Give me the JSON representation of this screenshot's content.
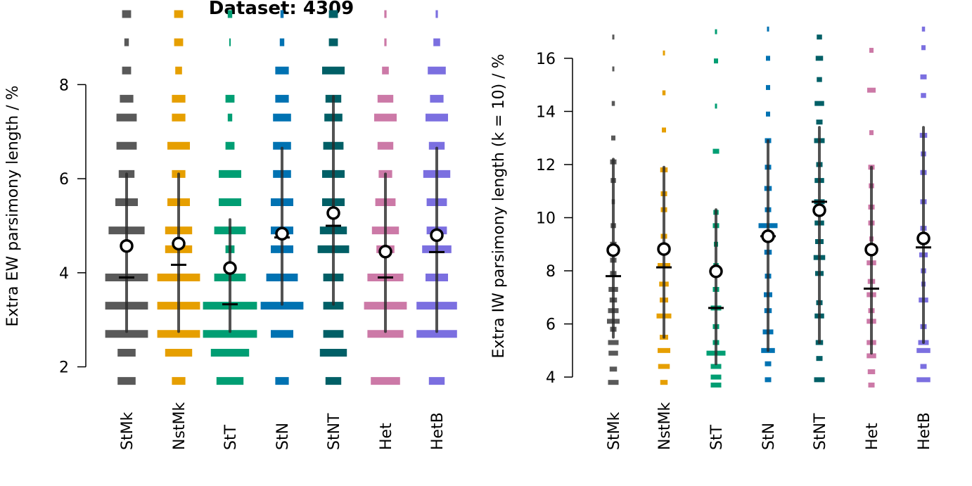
{
  "chart_data": [
    {
      "type": "violin-barcode",
      "title": "Dataset: 4309",
      "xlabel": "",
      "ylabel": "Extra EW parsimony length / %",
      "ylim": [
        1.5,
        9.5
      ],
      "yticks": [
        2,
        4,
        6,
        8
      ],
      "categories": [
        "StMk",
        "NstMk",
        "StT",
        "StN",
        "StNT",
        "Het",
        "HetB"
      ],
      "colors": [
        "#595959",
        "#E69F00",
        "#009E73",
        "#0072B2",
        "#005F66",
        "#CC79A7",
        "#7B6FE0"
      ],
      "series": [
        {
          "category": "StMk",
          "mean": 4.57,
          "median": 3.9,
          "whisker": [
            2.75,
            6.1
          ],
          "bars": [
            [
              1.7,
              0.4
            ],
            [
              2.3,
              0.4
            ],
            [
              2.7,
              0.95
            ],
            [
              3.3,
              0.95
            ],
            [
              3.9,
              0.95
            ],
            [
              4.9,
              0.8
            ],
            [
              5.5,
              0.5
            ],
            [
              6.1,
              0.35
            ],
            [
              6.7,
              0.45
            ],
            [
              7.3,
              0.45
            ],
            [
              7.7,
              0.3
            ],
            [
              8.3,
              0.2
            ],
            [
              8.9,
              0.1
            ],
            [
              9.5,
              0.2
            ]
          ]
        },
        {
          "category": "NstMk",
          "mean": 4.62,
          "median": 4.17,
          "whisker": [
            2.75,
            6.1
          ],
          "bars": [
            [
              1.7,
              0.3
            ],
            [
              2.3,
              0.6
            ],
            [
              2.7,
              0.95
            ],
            [
              3.3,
              0.95
            ],
            [
              3.9,
              0.95
            ],
            [
              4.5,
              0.6
            ],
            [
              4.9,
              0.6
            ],
            [
              5.5,
              0.5
            ],
            [
              6.1,
              0.3
            ],
            [
              6.7,
              0.5
            ],
            [
              7.3,
              0.3
            ],
            [
              7.7,
              0.3
            ],
            [
              8.3,
              0.15
            ],
            [
              8.9,
              0.2
            ],
            [
              9.5,
              0.2
            ]
          ]
        },
        {
          "category": "StT",
          "mean": 4.1,
          "median": 3.33,
          "whisker": [
            2.75,
            5.13
          ],
          "bars": [
            [
              1.7,
              0.6
            ],
            [
              2.3,
              0.85
            ],
            [
              2.7,
              1.2
            ],
            [
              3.3,
              1.2
            ],
            [
              3.9,
              0.7
            ],
            [
              4.5,
              0.2
            ],
            [
              4.9,
              0.7
            ],
            [
              5.5,
              0.5
            ],
            [
              6.1,
              0.5
            ],
            [
              6.7,
              0.2
            ],
            [
              7.3,
              0.1
            ],
            [
              7.7,
              0.2
            ],
            [
              8.9,
              0.03
            ],
            [
              9.5,
              0.1
            ]
          ]
        },
        {
          "category": "StN",
          "mean": 4.83,
          "median": 4.75,
          "whisker": [
            3.33,
            6.65
          ],
          "bars": [
            [
              1.7,
              0.3
            ],
            [
              2.7,
              0.5
            ],
            [
              3.3,
              0.95
            ],
            [
              3.9,
              0.7
            ],
            [
              4.5,
              0.5
            ],
            [
              4.9,
              0.5
            ],
            [
              5.5,
              0.5
            ],
            [
              6.1,
              0.4
            ],
            [
              6.7,
              0.4
            ],
            [
              7.3,
              0.4
            ],
            [
              7.7,
              0.3
            ],
            [
              8.3,
              0.3
            ],
            [
              8.9,
              0.1
            ],
            [
              9.5,
              0.07
            ]
          ]
        },
        {
          "category": "StNT",
          "mean": 5.27,
          "median": 5.0,
          "whisker": [
            3.33,
            7.75
          ],
          "bars": [
            [
              1.7,
              0.35
            ],
            [
              2.3,
              0.6
            ],
            [
              2.7,
              0.45
            ],
            [
              3.3,
              0.45
            ],
            [
              3.9,
              0.45
            ],
            [
              4.5,
              0.7
            ],
            [
              4.9,
              0.6
            ],
            [
              5.5,
              0.5
            ],
            [
              6.1,
              0.5
            ],
            [
              6.7,
              0.45
            ],
            [
              7.3,
              0.4
            ],
            [
              7.7,
              0.35
            ],
            [
              8.3,
              0.5
            ],
            [
              8.9,
              0.2
            ],
            [
              9.5,
              0.2
            ]
          ]
        },
        {
          "category": "Het",
          "mean": 4.45,
          "median": 3.9,
          "whisker": [
            2.75,
            6.1
          ],
          "bars": [
            [
              1.7,
              0.65
            ],
            [
              2.7,
              0.8
            ],
            [
              3.3,
              0.95
            ],
            [
              3.9,
              0.8
            ],
            [
              4.5,
              0.4
            ],
            [
              4.9,
              0.6
            ],
            [
              5.5,
              0.45
            ],
            [
              6.1,
              0.3
            ],
            [
              6.7,
              0.35
            ],
            [
              7.3,
              0.5
            ],
            [
              7.7,
              0.35
            ],
            [
              8.3,
              0.15
            ],
            [
              8.9,
              0.05
            ],
            [
              9.5,
              0.05
            ]
          ]
        },
        {
          "category": "HetB",
          "mean": 4.8,
          "median": 4.44,
          "whisker": [
            2.75,
            6.65
          ],
          "bars": [
            [
              1.7,
              0.35
            ],
            [
              2.7,
              0.9
            ],
            [
              3.3,
              0.9
            ],
            [
              3.9,
              0.5
            ],
            [
              4.5,
              0.65
            ],
            [
              4.9,
              0.45
            ],
            [
              5.5,
              0.45
            ],
            [
              6.1,
              0.6
            ],
            [
              6.7,
              0.35
            ],
            [
              7.3,
              0.5
            ],
            [
              7.7,
              0.3
            ],
            [
              8.3,
              0.4
            ],
            [
              8.9,
              0.15
            ],
            [
              9.5,
              0.05
            ]
          ]
        }
      ]
    },
    {
      "type": "violin-barcode",
      "title": "",
      "xlabel": "",
      "ylabel": "Extra IW parsimony length (k = 10) / %",
      "ylim": [
        3.5,
        17.4
      ],
      "yticks": [
        4,
        6,
        8,
        10,
        12,
        14,
        16
      ],
      "categories": [
        "StMk",
        "NstMk",
        "StT",
        "StN",
        "StNT",
        "Het",
        "HetB"
      ],
      "colors": [
        "#595959",
        "#E69F00",
        "#009E73",
        "#0072B2",
        "#005F66",
        "#CC79A7",
        "#7B6FE0"
      ],
      "series": [
        {
          "category": "StMk",
          "mean": 8.78,
          "median": 7.8,
          "whisker": [
            5.5,
            12.2
          ],
          "bars": [
            [
              3.8,
              0.5
            ],
            [
              4.3,
              0.35
            ],
            [
              4.9,
              0.45
            ],
            [
              5.3,
              0.5
            ],
            [
              5.8,
              0.3
            ],
            [
              6.1,
              0.6
            ],
            [
              6.5,
              0.5
            ],
            [
              6.9,
              0.35
            ],
            [
              7.3,
              0.45
            ],
            [
              7.9,
              0.3
            ],
            [
              8.4,
              0.3
            ],
            [
              9.0,
              0.3
            ],
            [
              9.7,
              0.25
            ],
            [
              10.6,
              0.15
            ],
            [
              11.4,
              0.25
            ],
            [
              12.1,
              0.3
            ],
            [
              13.0,
              0.2
            ],
            [
              14.3,
              0.15
            ],
            [
              15.6,
              0.1
            ],
            [
              16.8,
              0.1
            ]
          ]
        },
        {
          "category": "NstMk",
          "mean": 8.82,
          "median": 8.13,
          "whisker": [
            5.5,
            11.9
          ],
          "bars": [
            [
              3.8,
              0.35
            ],
            [
              4.4,
              0.55
            ],
            [
              5.0,
              0.6
            ],
            [
              5.5,
              0.4
            ],
            [
              6.3,
              0.7
            ],
            [
              6.9,
              0.4
            ],
            [
              7.5,
              0.45
            ],
            [
              8.2,
              0.6
            ],
            [
              8.8,
              0.5
            ],
            [
              9.3,
              0.3
            ],
            [
              10.3,
              0.3
            ],
            [
              10.9,
              0.3
            ],
            [
              11.8,
              0.35
            ],
            [
              13.3,
              0.2
            ],
            [
              14.7,
              0.15
            ],
            [
              16.2,
              0.1
            ]
          ]
        },
        {
          "category": "StT",
          "mean": 7.98,
          "median": 6.6,
          "whisker": [
            4.5,
            10.3
          ],
          "bars": [
            [
              3.7,
              0.5
            ],
            [
              4.0,
              0.5
            ],
            [
              4.4,
              0.5
            ],
            [
              4.9,
              0.9
            ],
            [
              5.3,
              0.3
            ],
            [
              5.9,
              0.3
            ],
            [
              6.6,
              0.5
            ],
            [
              7.3,
              0.3
            ],
            [
              8.2,
              0.25
            ],
            [
              9.0,
              0.2
            ],
            [
              9.7,
              0.3
            ],
            [
              10.2,
              0.25
            ],
            [
              12.5,
              0.3
            ],
            [
              14.2,
              0.1
            ],
            [
              15.9,
              0.2
            ],
            [
              17.0,
              0.1
            ]
          ]
        },
        {
          "category": "StN",
          "mean": 9.3,
          "median": 9.3,
          "whisker": [
            5.0,
            12.9
          ],
          "bars": [
            [
              3.9,
              0.3
            ],
            [
              4.5,
              0.3
            ],
            [
              5.0,
              0.65
            ],
            [
              5.7,
              0.5
            ],
            [
              6.5,
              0.35
            ],
            [
              7.1,
              0.4
            ],
            [
              7.8,
              0.3
            ],
            [
              8.7,
              0.35
            ],
            [
              9.7,
              0.9
            ],
            [
              10.3,
              0.3
            ],
            [
              11.1,
              0.35
            ],
            [
              11.9,
              0.3
            ],
            [
              12.9,
              0.3
            ],
            [
              13.9,
              0.2
            ],
            [
              14.9,
              0.2
            ],
            [
              16.0,
              0.2
            ],
            [
              17.1,
              0.1
            ]
          ]
        },
        {
          "category": "StNT",
          "mean": 10.28,
          "median": 10.6,
          "whisker": [
            5.3,
            13.4
          ],
          "bars": [
            [
              3.9,
              0.5
            ],
            [
              4.7,
              0.3
            ],
            [
              5.3,
              0.35
            ],
            [
              6.3,
              0.45
            ],
            [
              6.8,
              0.3
            ],
            [
              7.9,
              0.4
            ],
            [
              8.5,
              0.55
            ],
            [
              9.1,
              0.4
            ],
            [
              9.8,
              0.45
            ],
            [
              10.6,
              0.5
            ],
            [
              11.4,
              0.45
            ],
            [
              12.0,
              0.3
            ],
            [
              12.9,
              0.5
            ],
            [
              13.6,
              0.3
            ],
            [
              14.3,
              0.45
            ],
            [
              15.2,
              0.25
            ],
            [
              16.0,
              0.35
            ],
            [
              16.8,
              0.25
            ]
          ]
        },
        {
          "category": "Het",
          "mean": 8.8,
          "median": 7.33,
          "whisker": [
            4.9,
            11.9
          ],
          "bars": [
            [
              3.7,
              0.3
            ],
            [
              4.2,
              0.35
            ],
            [
              4.8,
              0.45
            ],
            [
              5.3,
              0.45
            ],
            [
              6.1,
              0.45
            ],
            [
              6.5,
              0.3
            ],
            [
              7.1,
              0.45
            ],
            [
              7.6,
              0.35
            ],
            [
              8.3,
              0.45
            ],
            [
              9.2,
              0.2
            ],
            [
              9.8,
              0.3
            ],
            [
              10.4,
              0.3
            ],
            [
              11.2,
              0.25
            ],
            [
              11.9,
              0.3
            ],
            [
              13.2,
              0.2
            ],
            [
              14.8,
              0.4
            ],
            [
              16.3,
              0.2
            ]
          ]
        },
        {
          "category": "HetB",
          "mean": 9.22,
          "median": 8.88,
          "whisker": [
            5.3,
            13.4
          ],
          "bars": [
            [
              3.9,
              0.65
            ],
            [
              4.4,
              0.3
            ],
            [
              5.0,
              0.65
            ],
            [
              5.3,
              0.5
            ],
            [
              5.9,
              0.3
            ],
            [
              6.9,
              0.45
            ],
            [
              7.5,
              0.2
            ],
            [
              8.0,
              0.25
            ],
            [
              8.6,
              0.4
            ],
            [
              9.6,
              0.3
            ],
            [
              10.6,
              0.3
            ],
            [
              11.7,
              0.3
            ],
            [
              12.4,
              0.25
            ],
            [
              13.1,
              0.35
            ],
            [
              14.6,
              0.25
            ],
            [
              15.3,
              0.3
            ],
            [
              16.4,
              0.2
            ],
            [
              17.1,
              0.15
            ]
          ]
        }
      ]
    }
  ]
}
